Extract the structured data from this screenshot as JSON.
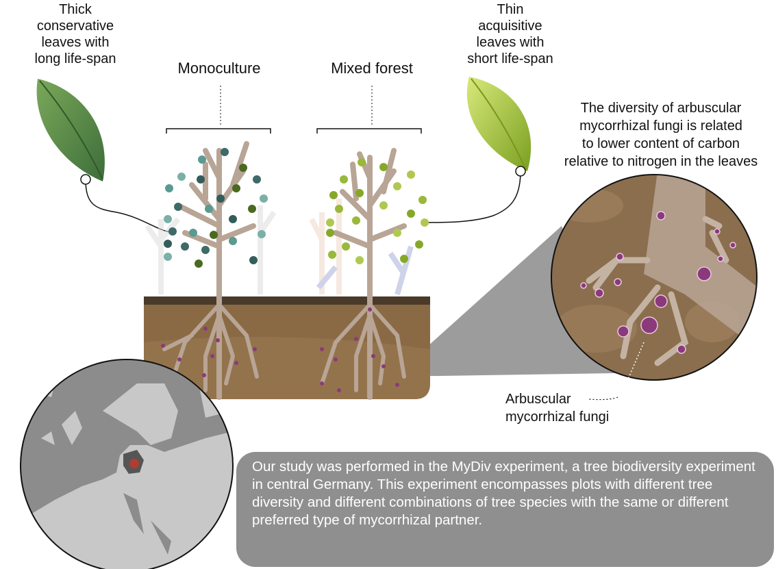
{
  "labels": {
    "thick_leaves": [
      "Thick",
      "conservative",
      "leaves with",
      "long life-span"
    ],
    "thin_leaves": [
      "Thin",
      "acquisitive",
      "leaves with",
      "short life-span"
    ],
    "monoculture": "Monoculture",
    "mixed_forest": "Mixed forest",
    "diversity_note": [
      "The diversity of arbuscular",
      "mycorrhizal fungi is related",
      "to lower content of carbon",
      "relative to nitrogen in the leaves"
    ],
    "fungi": [
      "Arbuscular",
      "mycorrhizal fungi"
    ]
  },
  "study_box": {
    "text": "Our study was performed in the MyDiv experiment, a tree biodiversity experiment in central Germany. This experiment encompasses plots with different tree diversity and different combinations of tree species with the same or different preferred type of mycorrhizal partner."
  },
  "colors": {
    "soil_top": "#4a3a2a",
    "soil": "#8a6a45",
    "branch": "#b8a595",
    "mono_leaf": "#5a9a90",
    "mixed_leaf": "#9ab83a",
    "fungi": "#8a3a7a",
    "callout": "#9a9a9a",
    "map_land": "#c8c8c8",
    "map_sea": "#8c8c8c",
    "germany": "#c0392b"
  }
}
